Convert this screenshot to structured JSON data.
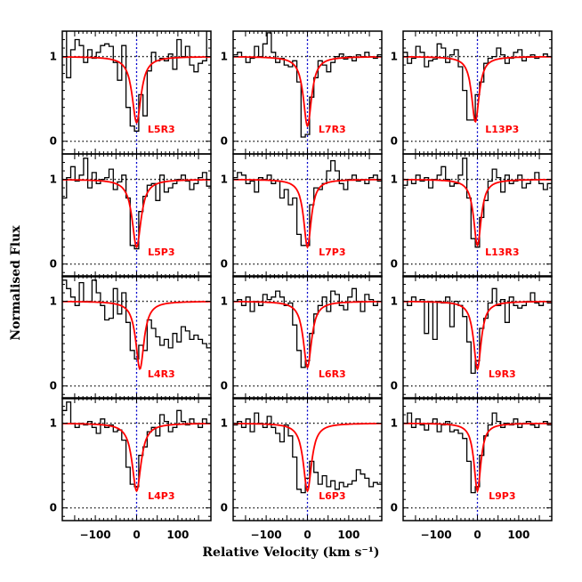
{
  "chart_data": {
    "type": "line",
    "xlabel": "Relative Velocity (km s⁻¹)",
    "ylabel": "Normalised Flux",
    "xlim": [
      -180,
      180
    ],
    "ylim": [
      -0.15,
      1.3
    ],
    "x_ticks": [
      -100,
      0,
      100
    ],
    "y_ticks": [
      0,
      1
    ],
    "colors": {
      "data": "#000000",
      "model": "#ff0000",
      "center_line": "#0000cc"
    },
    "panels": [
      {
        "label": "L5R3",
        "model": {
          "depth": 0.78,
          "width": 13
        },
        "flux": [
          1.3,
          0.75,
          1.08,
          1.2,
          1.13,
          0.93,
          1.08,
          0.98,
          1.05,
          1.13,
          1.15,
          1.12,
          0.93,
          0.72,
          1.13,
          0.4,
          0.18,
          0.12,
          0.55,
          0.3,
          0.83,
          1.05,
          0.95,
          0.98,
          0.95,
          1.03,
          0.85,
          1.2,
          1.0,
          1.12,
          0.9,
          0.82,
          0.92,
          0.95,
          1.3
        ]
      },
      {
        "label": "L7R3",
        "model": {
          "depth": 0.82,
          "width": 12
        },
        "flux": [
          1.02,
          1.05,
          1.0,
          0.93,
          0.98,
          1.12,
          1.0,
          1.15,
          1.28,
          1.05,
          0.93,
          0.98,
          0.9,
          0.88,
          0.95,
          0.7,
          0.05,
          0.08,
          0.52,
          0.75,
          0.95,
          0.9,
          0.82,
          0.93,
          1.0,
          1.03,
          0.97,
          1.0,
          0.95,
          1.02,
          1.0,
          1.05,
          1.0,
          0.98,
          1.02
        ]
      },
      {
        "label": "L13P3",
        "model": {
          "depth": 0.77,
          "width": 11,
          "center": -5
        },
        "flux": [
          1.05,
          0.92,
          0.98,
          1.12,
          1.05,
          0.88,
          0.95,
          0.97,
          1.15,
          1.1,
          0.93,
          1.02,
          1.08,
          0.88,
          0.6,
          0.25,
          0.25,
          0.55,
          0.7,
          0.92,
          0.98,
          1.0,
          1.1,
          1.02,
          0.92,
          0.98,
          1.05,
          1.08,
          0.95,
          1.0,
          1.02,
          0.98,
          1.0,
          1.03,
          1.0
        ]
      },
      {
        "label": "L5P3",
        "model": {
          "depth": 0.8,
          "width": 13
        },
        "flux": [
          0.78,
          1.02,
          1.15,
          0.98,
          1.05,
          1.25,
          0.9,
          1.08,
          0.95,
          1.0,
          1.02,
          1.12,
          0.88,
          0.97,
          1.05,
          0.78,
          0.22,
          0.18,
          0.62,
          0.8,
          0.93,
          0.95,
          0.75,
          1.05,
          0.85,
          0.9,
          0.95,
          1.0,
          1.05,
          0.98,
          0.88,
          0.95,
          1.02,
          1.08,
          0.92
        ]
      },
      {
        "label": "L7P3",
        "model": {
          "depth": 0.8,
          "width": 11
        },
        "flux": [
          1.02,
          1.08,
          1.05,
          0.95,
          0.98,
          0.85,
          1.02,
          1.0,
          1.05,
          0.95,
          0.98,
          0.78,
          0.88,
          0.7,
          0.78,
          0.35,
          0.22,
          0.22,
          0.7,
          0.9,
          0.88,
          0.95,
          1.1,
          1.22,
          1.1,
          0.95,
          0.88,
          1.0,
          1.05,
          0.98,
          1.0,
          0.95,
          1.02,
          1.05,
          0.98
        ]
      },
      {
        "label": "L13R3",
        "model": {
          "depth": 0.78,
          "width": 11
        },
        "flux": [
          0.93,
          1.0,
          0.95,
          1.05,
          0.98,
          1.02,
          0.9,
          1.0,
          1.05,
          1.15,
          1.0,
          0.92,
          0.95,
          1.05,
          1.25,
          0.78,
          0.3,
          0.2,
          0.55,
          0.75,
          0.98,
          1.12,
          1.02,
          0.85,
          1.05,
          0.95,
          0.98,
          1.05,
          0.9,
          0.95,
          1.0,
          1.08,
          0.95,
          0.88,
          0.95
        ]
      },
      {
        "label": "L4R3",
        "model": {
          "depth": 0.8,
          "width": 12,
          "center": 8
        },
        "flux": [
          1.25,
          1.15,
          1.05,
          0.95,
          1.22,
          1.0,
          1.0,
          1.25,
          1.1,
          0.95,
          0.78,
          0.8,
          1.15,
          0.85,
          1.1,
          0.75,
          0.42,
          0.32,
          0.48,
          0.42,
          0.78,
          0.68,
          0.58,
          0.48,
          0.55,
          0.45,
          0.62,
          0.52,
          0.7,
          0.65,
          0.55,
          0.6,
          0.55,
          0.5,
          0.45
        ]
      },
      {
        "label": "L6R3",
        "model": {
          "depth": 0.78,
          "width": 12
        },
        "flux": [
          1.0,
          1.02,
          0.95,
          1.05,
          0.88,
          1.0,
          0.95,
          1.08,
          1.02,
          1.05,
          1.12,
          1.05,
          0.95,
          0.98,
          0.72,
          0.42,
          0.22,
          0.3,
          0.62,
          0.85,
          0.95,
          1.05,
          0.88,
          1.12,
          1.08,
          0.95,
          0.9,
          1.05,
          1.15,
          1.0,
          0.88,
          1.08,
          1.02,
          0.95,
          1.0
        ]
      },
      {
        "label": "L9R3",
        "model": {
          "depth": 0.8,
          "width": 11
        },
        "flux": [
          1.0,
          0.95,
          1.05,
          1.0,
          1.02,
          0.62,
          1.0,
          0.55,
          1.0,
          0.98,
          1.05,
          0.7,
          1.0,
          0.95,
          0.82,
          0.52,
          0.15,
          0.3,
          0.68,
          0.8,
          0.98,
          1.15,
          0.95,
          1.02,
          0.75,
          1.05,
          0.95,
          0.92,
          0.95,
          1.0,
          1.1,
          0.98,
          0.95,
          1.0,
          0.98
        ]
      },
      {
        "label": "L4P3",
        "model": {
          "depth": 0.8,
          "width": 13
        },
        "flux": [
          1.15,
          1.25,
          1.0,
          0.95,
          1.0,
          0.98,
          1.02,
          0.95,
          0.88,
          1.05,
          0.95,
          0.98,
          0.9,
          0.92,
          0.8,
          0.48,
          0.28,
          0.25,
          0.62,
          0.72,
          0.9,
          0.95,
          0.85,
          1.1,
          1.02,
          0.9,
          0.95,
          1.15,
          1.02,
          0.98,
          1.05,
          1.0,
          0.95,
          1.05,
          1.0
        ]
      },
      {
        "label": "L6P3",
        "model": {
          "depth": 0.8,
          "width": 12
        },
        "flux": [
          0.98,
          1.02,
          0.95,
          1.05,
          0.9,
          1.12,
          1.0,
          0.95,
          1.08,
          0.95,
          0.88,
          0.78,
          0.98,
          0.85,
          0.6,
          0.22,
          0.18,
          0.35,
          0.55,
          0.42,
          0.28,
          0.38,
          0.25,
          0.32,
          0.22,
          0.3,
          0.25,
          0.28,
          0.32,
          0.45,
          0.4,
          0.35,
          0.25,
          0.3,
          0.28
        ]
      },
      {
        "label": "L9P3",
        "model": {
          "depth": 0.8,
          "width": 10
        },
        "flux": [
          1.0,
          1.12,
          0.95,
          1.05,
          0.98,
          0.92,
          1.0,
          1.05,
          0.9,
          0.98,
          1.02,
          0.9,
          0.92,
          0.88,
          0.82,
          0.55,
          0.18,
          0.25,
          0.62,
          0.85,
          0.98,
          1.12,
          1.02,
          0.95,
          1.0,
          0.98,
          1.05,
          0.95,
          1.0,
          1.02,
          0.98,
          0.95,
          1.0,
          1.02,
          0.98
        ]
      }
    ]
  }
}
